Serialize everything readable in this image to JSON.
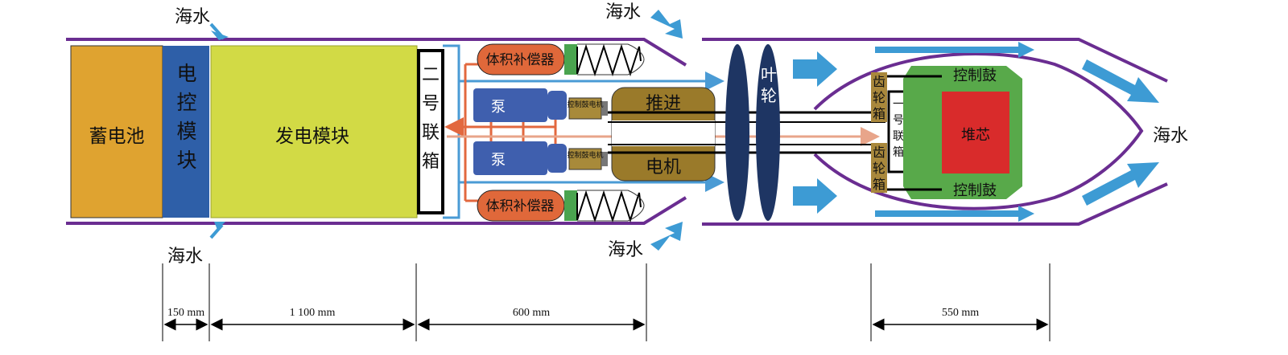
{
  "labels": {
    "seawater": "海水",
    "battery": "蓄电池",
    "control_module": "电控模块",
    "power_module": "发电模块",
    "junction_box_2": "二号联箱",
    "junction_box_1": "一号联箱",
    "volume_compensator": "体积补偿器",
    "pump": "泵",
    "drum_motor": "控制鼓电机",
    "propulsion_motor": [
      "推进",
      "电机"
    ],
    "impeller": "叶轮",
    "gearbox": "齿轮箱",
    "control_drum": "控制鼓",
    "core": "堆芯"
  },
  "dimensions": [
    {
      "label": "150 mm"
    },
    {
      "label": "1 100 mm"
    },
    {
      "label": "600 mm"
    },
    {
      "label": "550 mm"
    }
  ],
  "colors": {
    "hull": "#6a2d91",
    "battery": "#dfa330",
    "control_module": "#2e5fa8",
    "power_module": "#d2da45",
    "compensator": "#e0683a",
    "spring": "#4aa44f",
    "pump": "#3f5fae",
    "motor_small": "#a88a3a",
    "propulsion_motor": "#9a7a2a",
    "impeller": "#1e3563",
    "gearbox": "#a9883c",
    "reactor_body": "#58a94a",
    "core": "#d92b2b",
    "water_arrow": "#3d9bd4",
    "pipe_orange": "#e2683f",
    "pipe_blue": "#4a9bd5",
    "pipe_salmon": "#e8a58a"
  }
}
